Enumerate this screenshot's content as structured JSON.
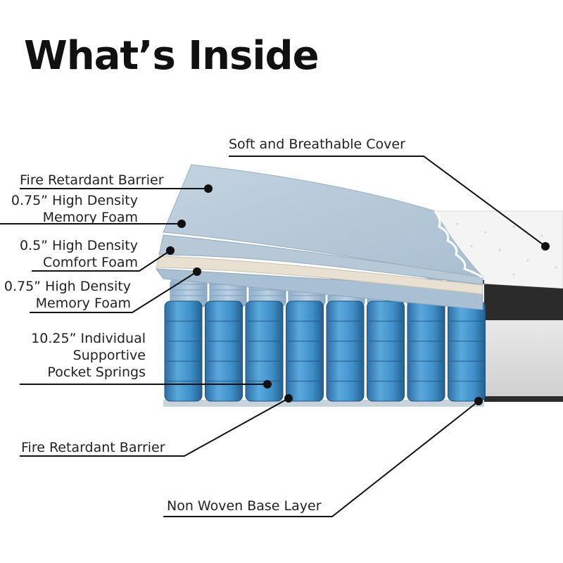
{
  "title": "What’s Inside",
  "labels": {
    "cover": "Soft and Breathable Cover",
    "fire_top": "Fire Retardant Barrier",
    "foam_top_1": "0.75” High Density",
    "foam_top_2": "Memory Foam",
    "comfort_1": "0.5” High Density",
    "comfort_2": "Comfort Foam",
    "foam_bottom_1": "0.75” High Density",
    "foam_bottom_2": "Memory Foam",
    "springs_1": "10.25” Individual",
    "springs_2": "Supportive",
    "springs_3": "Pocket Springs",
    "fire_bottom": "Fire Retardant Barrier",
    "base": "Non Woven Base Layer"
  },
  "colors": {
    "spring_blue": "#3f8fc8",
    "foam_blue": "#b4c8d8",
    "cover_white": "#f2f2f2",
    "band_black": "#2b2b2b",
    "leader": "#111111"
  }
}
